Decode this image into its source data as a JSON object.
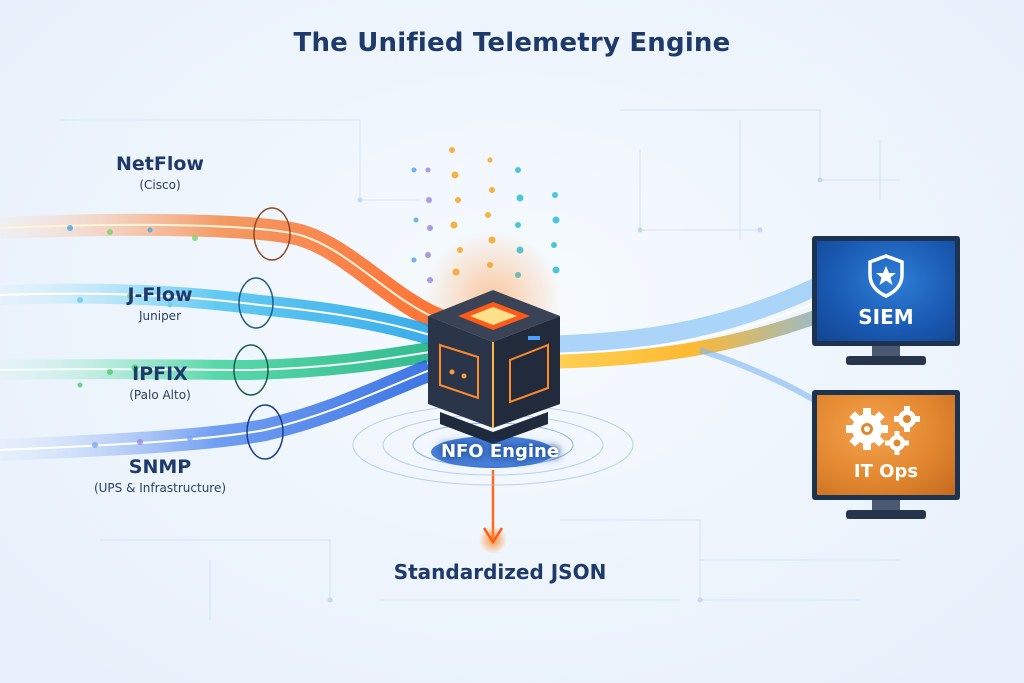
{
  "title": "The Unified Telemetry Engine",
  "sources": [
    {
      "name": "NetFlow",
      "sub": "(Cisco)",
      "icon": "netflow-pipe",
      "color": "#f26a2e"
    },
    {
      "name": "J-Flow",
      "sub": "Juniper",
      "icon": "jflow-pipe",
      "color": "#25b4e8"
    },
    {
      "name": "IPFIX",
      "sub": "(Palo Alto)",
      "icon": "ipfix-pipe",
      "color": "#1fc48a"
    },
    {
      "name": "SNMP",
      "sub": "(UPS & Infrastructure)",
      "icon": "snmp-pipe",
      "color": "#2b6fe6"
    }
  ],
  "engine": {
    "label": "NFO Engine",
    "icon": "processor-cube-icon",
    "accent": "#ff7a1a"
  },
  "output": {
    "label": "Standardized JSON",
    "icon": "arrow-down-icon"
  },
  "destinations": [
    {
      "label": "SIEM",
      "icon": "shield-star-icon",
      "color": "#1a5bb5"
    },
    {
      "label": "IT Ops",
      "icon": "gears-icon",
      "color": "#e2872f"
    }
  ],
  "colors": {
    "title": "#1e3a6b",
    "background": "#eef5fd",
    "flow_out_gold": "#ffb21a",
    "flow_out_blue": "#3a8ee8"
  }
}
